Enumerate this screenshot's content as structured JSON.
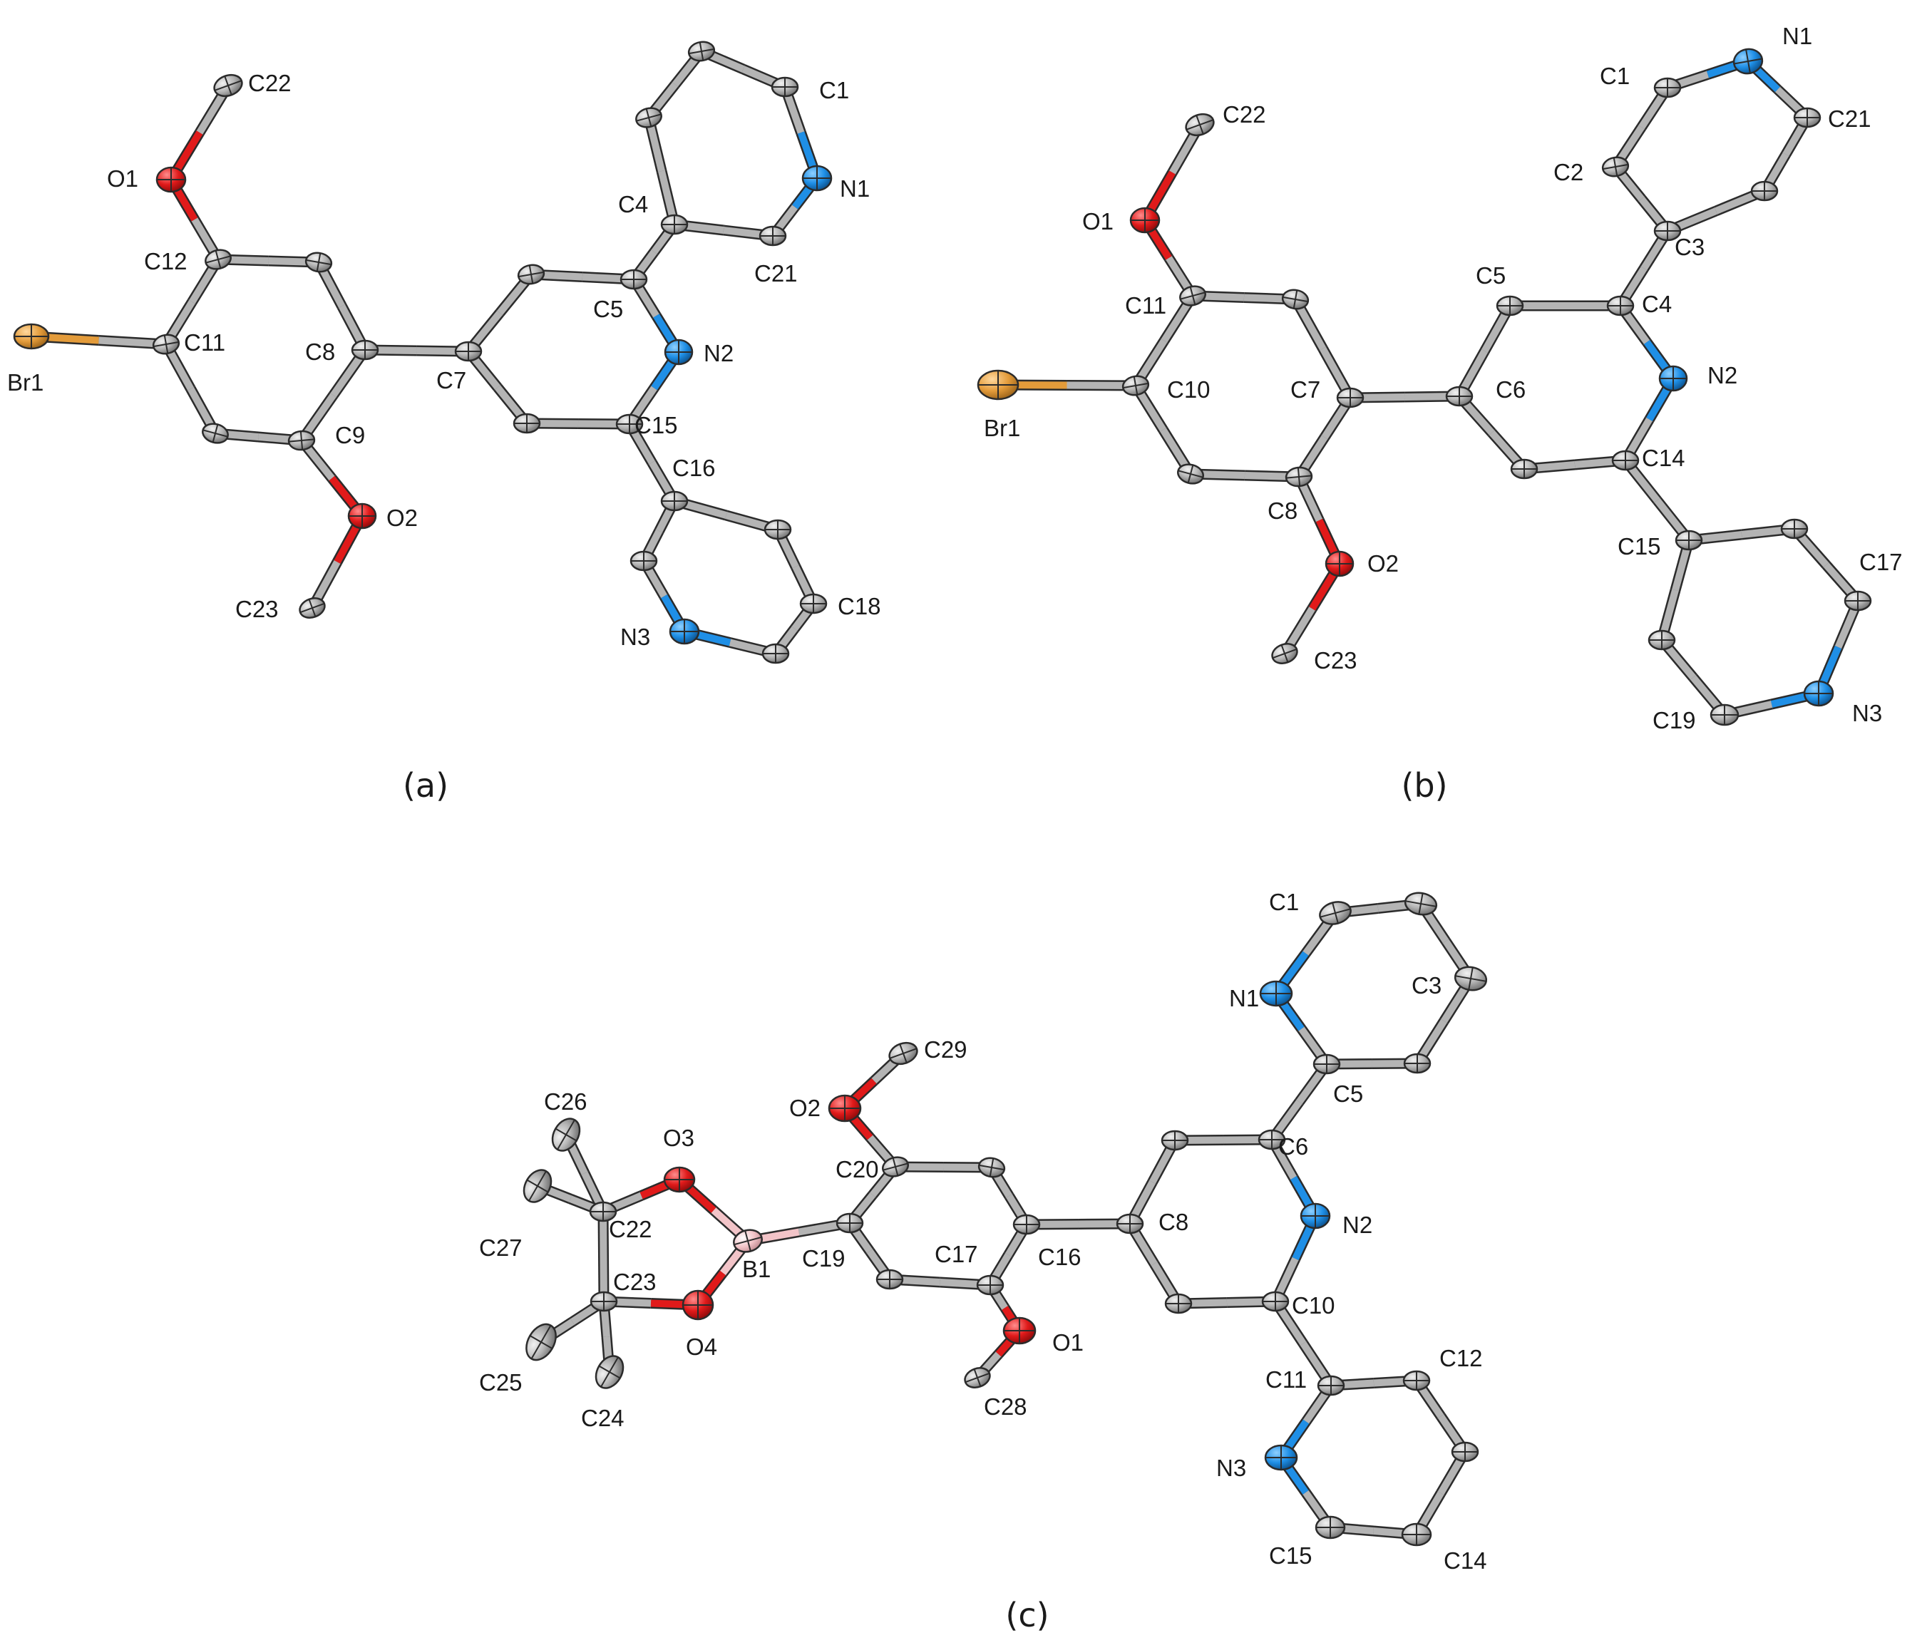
{
  "colors": {
    "C": "#b4b4b4",
    "N": "#1f8fe6",
    "O": "#e01a1a",
    "Br": "#e39b3a",
    "B": "#f2c4c8",
    "outline": "#2b2b2b"
  },
  "panels": [
    {
      "id": "a",
      "caption": "(a)",
      "labels": [
        "C22",
        "O1",
        "C12",
        "C11",
        "Br1",
        "C8",
        "C9",
        "O2",
        "C23",
        "C7",
        "C5",
        "C4",
        "C1",
        "N1",
        "C21",
        "N2",
        "C15",
        "C16",
        "C18",
        "N3"
      ],
      "atoms": [
        {
          "label": "C22",
          "el": "C"
        },
        {
          "label": "O1",
          "el": "O"
        },
        {
          "label": "C12",
          "el": "C"
        },
        {
          "el": "C"
        },
        {
          "label": "C11",
          "el": "C"
        },
        {
          "label": "Br1",
          "el": "Br"
        },
        {
          "el": "C"
        },
        {
          "label": "C9",
          "el": "C"
        },
        {
          "label": "C8",
          "el": "C"
        },
        {
          "label": "O2",
          "el": "O"
        },
        {
          "label": "C23",
          "el": "C"
        },
        {
          "label": "C7",
          "el": "C"
        },
        {
          "el": "C"
        },
        {
          "label": "C5",
          "el": "C"
        },
        {
          "label": "N2",
          "el": "N"
        },
        {
          "label": "C15",
          "el": "C"
        },
        {
          "el": "C"
        },
        {
          "label": "C4",
          "el": "C"
        },
        {
          "el": "C"
        },
        {
          "el": "C"
        },
        {
          "label": "C1",
          "el": "C"
        },
        {
          "label": "N1",
          "el": "N"
        },
        {
          "label": "C21",
          "el": "C"
        },
        {
          "label": "C16",
          "el": "C"
        },
        {
          "el": "C"
        },
        {
          "label": "C18",
          "el": "C"
        },
        {
          "el": "C"
        },
        {
          "label": "N3",
          "el": "N"
        },
        {
          "el": "C"
        }
      ]
    },
    {
      "id": "b",
      "caption": "(b)",
      "labels": [
        "C22",
        "O1",
        "C11",
        "C10",
        "Br1",
        "C7",
        "C8",
        "O2",
        "C23",
        "C6",
        "C5",
        "C4",
        "C3",
        "C2",
        "C1",
        "N1",
        "C21",
        "N2",
        "C14",
        "C15",
        "C17",
        "N3",
        "C19"
      ],
      "atoms": [
        {
          "label": "C22",
          "el": "C"
        },
        {
          "label": "O1",
          "el": "O"
        },
        {
          "label": "C11",
          "el": "C"
        },
        {
          "el": "C"
        },
        {
          "label": "C10",
          "el": "C"
        },
        {
          "label": "Br1",
          "el": "Br"
        },
        {
          "el": "C"
        },
        {
          "label": "C8",
          "el": "C"
        },
        {
          "label": "C7",
          "el": "C"
        },
        {
          "label": "O2",
          "el": "O"
        },
        {
          "label": "C23",
          "el": "C"
        },
        {
          "label": "C6",
          "el": "C"
        },
        {
          "label": "C5",
          "el": "C"
        },
        {
          "label": "C4",
          "el": "C"
        },
        {
          "label": "N2",
          "el": "N"
        },
        {
          "label": "C14",
          "el": "C"
        },
        {
          "el": "C"
        },
        {
          "label": "C3",
          "el": "C"
        },
        {
          "label": "C2",
          "el": "C"
        },
        {
          "label": "C1",
          "el": "C"
        },
        {
          "label": "N1",
          "el": "N"
        },
        {
          "label": "C21",
          "el": "C"
        },
        {
          "el": "C"
        },
        {
          "label": "C15",
          "el": "C"
        },
        {
          "el": "C"
        },
        {
          "label": "C17",
          "el": "C"
        },
        {
          "label": "N3",
          "el": "N"
        },
        {
          "label": "C19",
          "el": "C"
        },
        {
          "el": "C"
        }
      ]
    },
    {
      "id": "c",
      "caption": "(c)",
      "labels": [
        "C1",
        "N1",
        "C3",
        "C29",
        "O2",
        "C5",
        "C26",
        "O3",
        "C6",
        "C20",
        "C27",
        "C22",
        "B1",
        "C19",
        "C17",
        "C16",
        "C8",
        "N2",
        "C23",
        "O4",
        "O1",
        "C10",
        "C25",
        "C24",
        "C28",
        "C11",
        "C12",
        "N3",
        "C15",
        "C14"
      ],
      "atoms": [
        {
          "label": "C29",
          "el": "C"
        },
        {
          "label": "O2",
          "el": "O"
        },
        {
          "label": "C20",
          "el": "C"
        },
        {
          "el": "C"
        },
        {
          "label": "C16",
          "el": "C"
        },
        {
          "label": "C17",
          "el": "C"
        },
        {
          "el": "C"
        },
        {
          "label": "C19",
          "el": "C"
        },
        {
          "label": "O1",
          "el": "O"
        },
        {
          "label": "C28",
          "el": "C"
        },
        {
          "label": "B1",
          "el": "B"
        },
        {
          "label": "O3",
          "el": "O"
        },
        {
          "label": "O4",
          "el": "O"
        },
        {
          "label": "C22",
          "el": "C"
        },
        {
          "label": "C23",
          "el": "C"
        },
        {
          "label": "C26",
          "el": "C"
        },
        {
          "label": "C27",
          "el": "C"
        },
        {
          "label": "C25",
          "el": "C"
        },
        {
          "label": "C24",
          "el": "C"
        },
        {
          "label": "C8",
          "el": "C"
        },
        {
          "el": "C"
        },
        {
          "label": "C6",
          "el": "C"
        },
        {
          "label": "N2",
          "el": "N"
        },
        {
          "label": "C10",
          "el": "C"
        },
        {
          "el": "C"
        },
        {
          "label": "C5",
          "el": "C"
        },
        {
          "label": "N1",
          "el": "N"
        },
        {
          "label": "C1",
          "el": "C"
        },
        {
          "el": "C"
        },
        {
          "label": "C3",
          "el": "C"
        },
        {
          "el": "C"
        },
        {
          "label": "C11",
          "el": "C"
        },
        {
          "label": "N3",
          "el": "N"
        },
        {
          "label": "C15",
          "el": "C"
        },
        {
          "label": "C14",
          "el": "C"
        },
        {
          "el": "C"
        },
        {
          "label": "C12",
          "el": "C"
        }
      ]
    }
  ]
}
